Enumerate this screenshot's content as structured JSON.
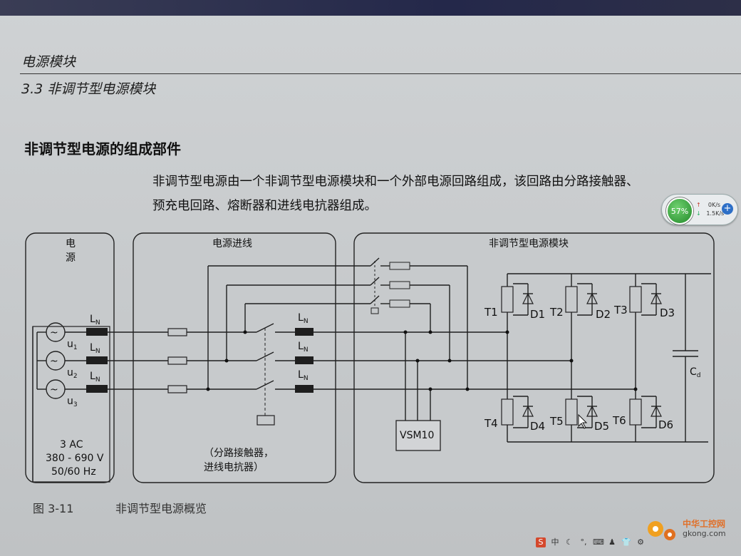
{
  "header": {
    "chapter": "电源模块",
    "section": "3.3 非调节型电源模块"
  },
  "section_title": "非调节型电源的组成部件",
  "paragraph": {
    "line1": "非调节型电源由一个非调节型电源模块和一个外部电源回路组成，该回路由分路接触器、",
    "line2": "预充电回路、熔断器和进线电抗器组成。"
  },
  "diagram": {
    "box_source": {
      "title_line1": "电",
      "title_line2": "源",
      "spec_line1": "3 AC",
      "spec_line2": "380 - 690 V",
      "spec_line3": "50/60 Hz",
      "u1": "u1",
      "u2": "u2",
      "u3": "u3",
      "ln": "L",
      "ln_sub": "N"
    },
    "box_input": {
      "title": "电源进线",
      "note_line1": "（分路接触器，",
      "note_line2": "进线电抗器）"
    },
    "box_module": {
      "title": "非调节型电源模块",
      "vsm": "VSM10",
      "t1": "T1",
      "t2": "T2",
      "t3": "T3",
      "t4": "T4",
      "t5": "T5",
      "t6": "T6",
      "d1": "D1",
      "d2": "D2",
      "d3": "D3",
      "d4": "D4",
      "d5": "D5",
      "d6": "D6",
      "cd": "C",
      "cd_sub": "d"
    }
  },
  "caption": {
    "number": "图 3-11",
    "text": "非调节型电源概览"
  },
  "net_widget": {
    "percent": "57%",
    "up": "0K/s",
    "down": "1.5K/s"
  },
  "watermark": {
    "site": "中华工控网",
    "url": "gkong.com"
  },
  "taskbar": {
    "ime": "中"
  },
  "colors": {
    "page_bg": "#cfd2d4",
    "box_fill": "#c5c8ca",
    "line": "#1e1e1e",
    "gauge": "#2ea53a"
  }
}
